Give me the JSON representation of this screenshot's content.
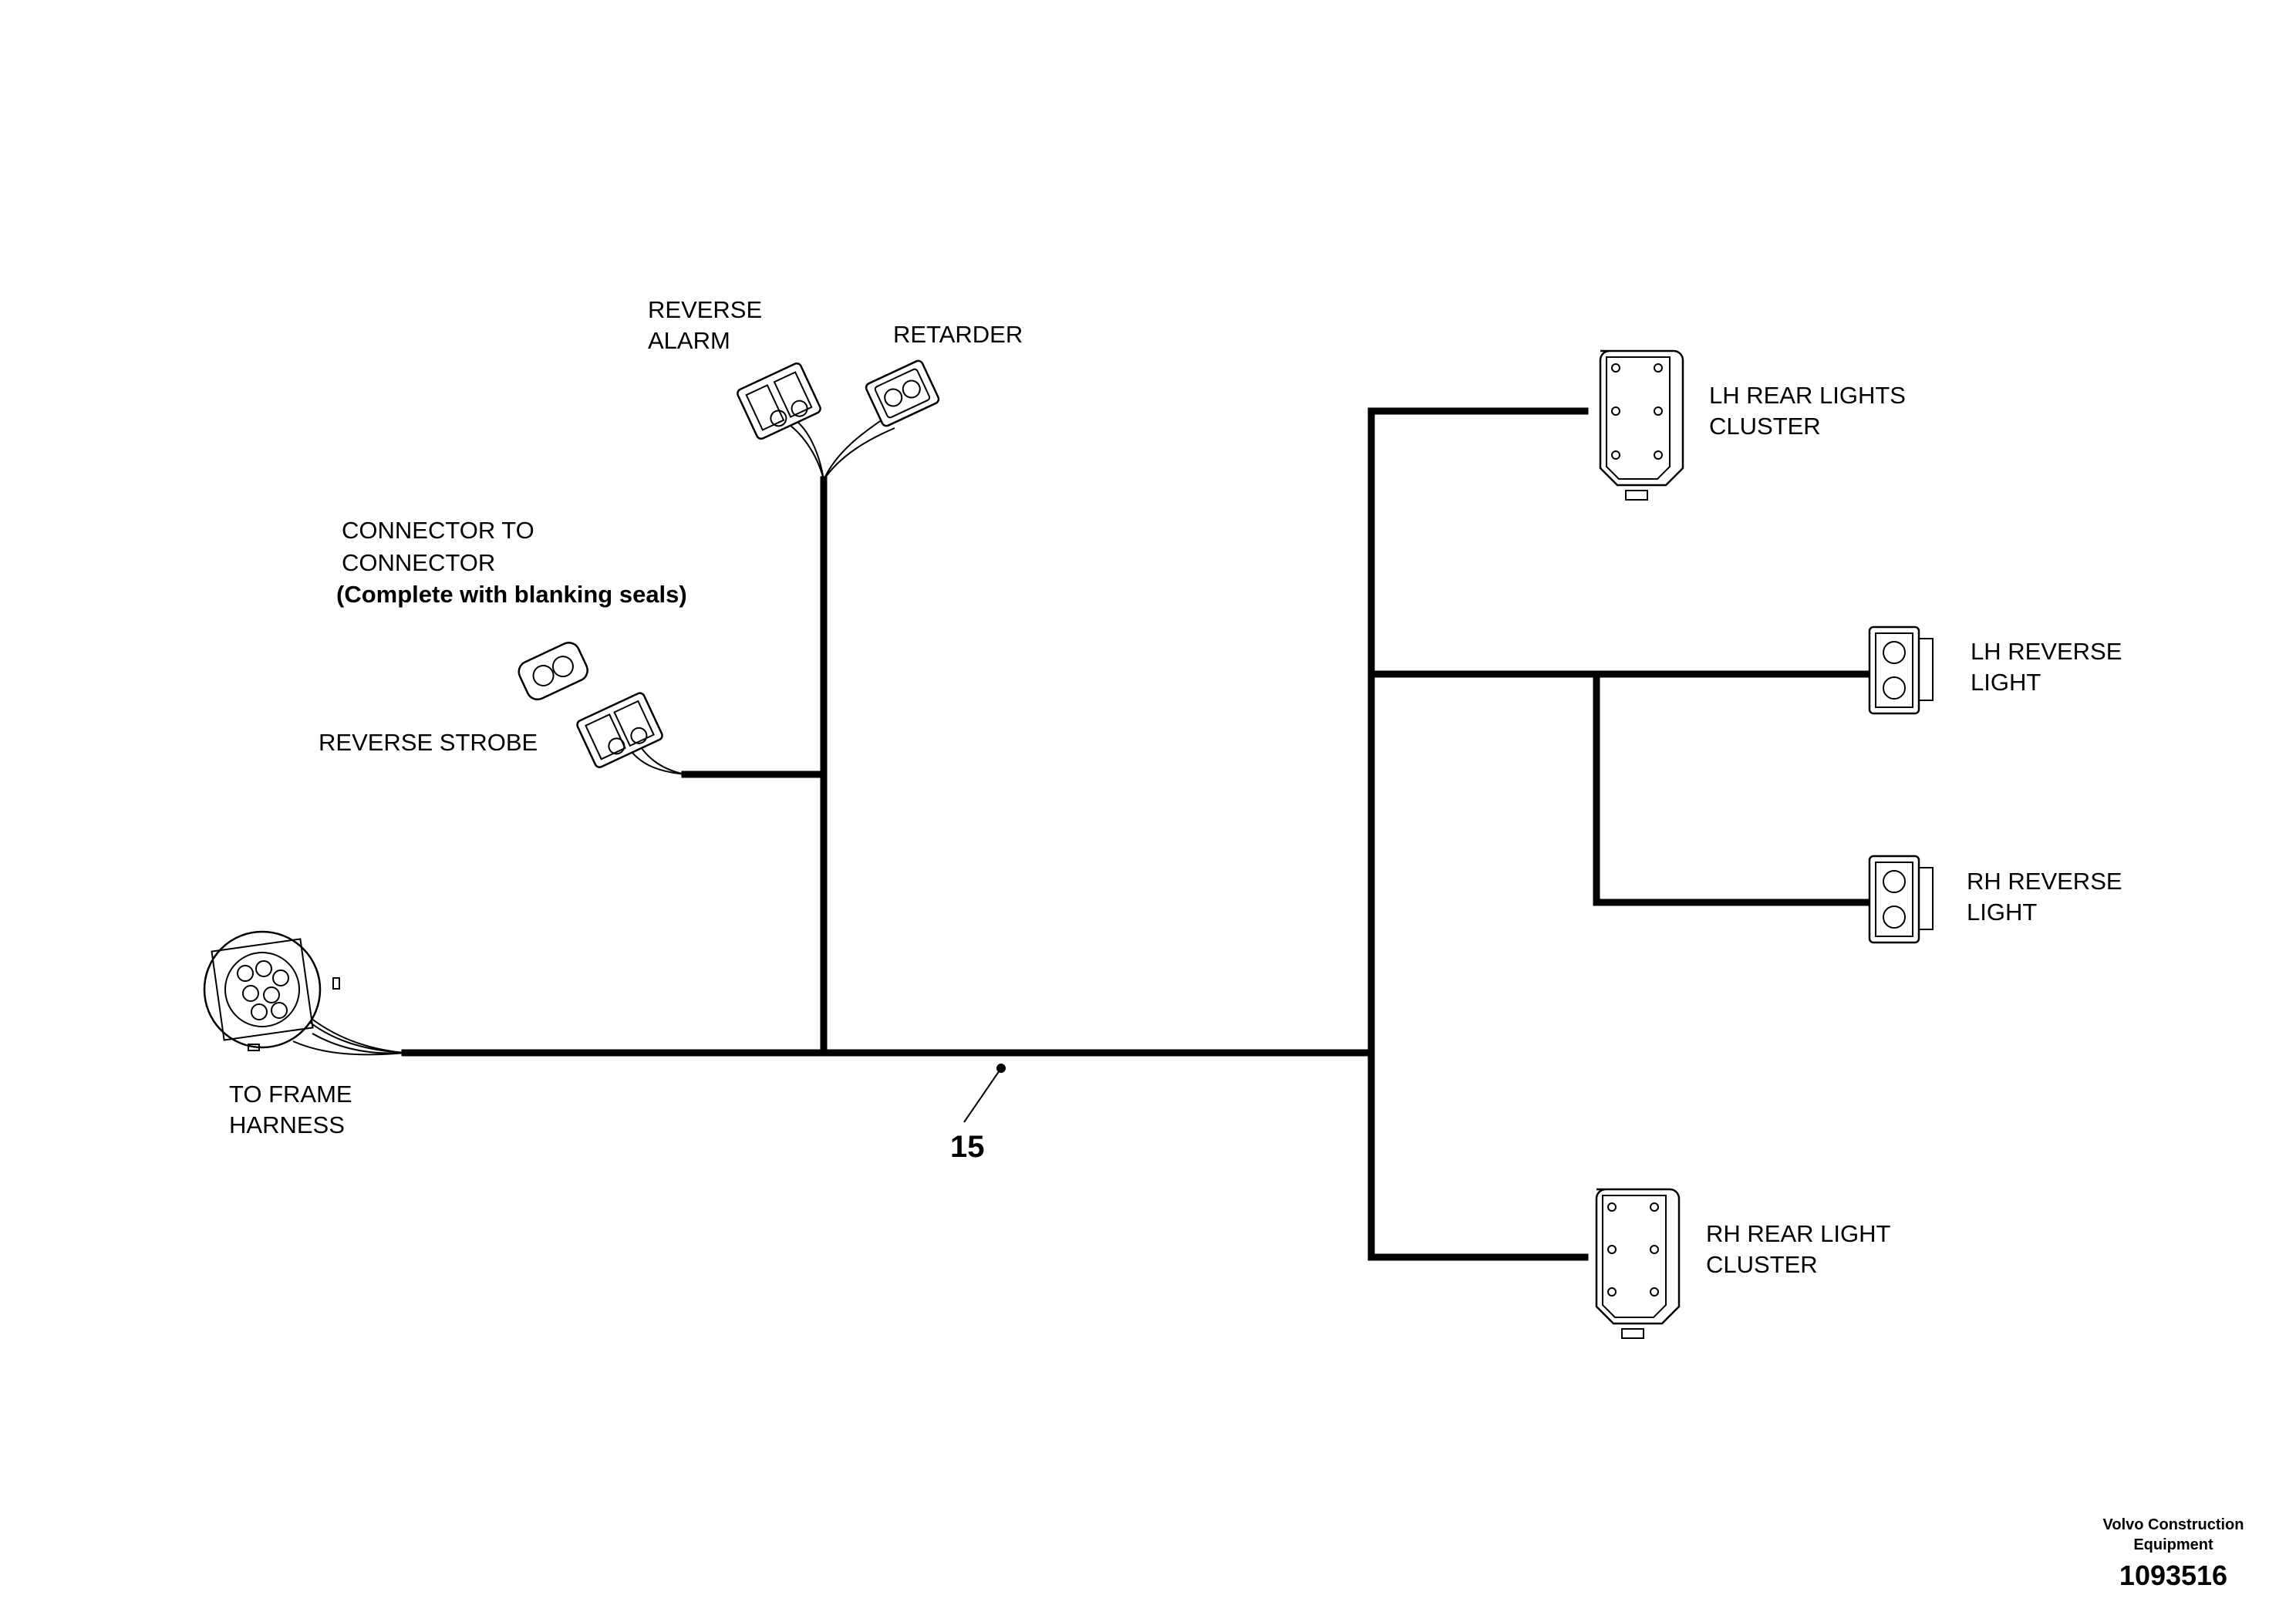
{
  "labels": {
    "reverse_alarm": [
      "REVERSE",
      "ALARM"
    ],
    "retarder": "RETARDER",
    "connector_to_connector": [
      "CONNECTOR TO",
      "CONNECTOR"
    ],
    "blanking_seals": "(Complete with blanking seals)",
    "reverse_strobe": "REVERSE STROBE",
    "to_frame_harness": [
      "TO FRAME",
      "HARNESS"
    ],
    "lh_rear_lights_cluster": [
      "LH REAR LIGHTS",
      "CLUSTER"
    ],
    "lh_reverse_light": [
      "LH REVERSE",
      "LIGHT"
    ],
    "rh_reverse_light": [
      "RH REVERSE",
      "LIGHT"
    ],
    "rh_rear_light_cluster": [
      "RH REAR LIGHT",
      "CLUSTER"
    ]
  },
  "callout": "15",
  "footer": {
    "company_line1": "Volvo Construction",
    "company_line2": "Equipment",
    "part_number": "1093516"
  }
}
